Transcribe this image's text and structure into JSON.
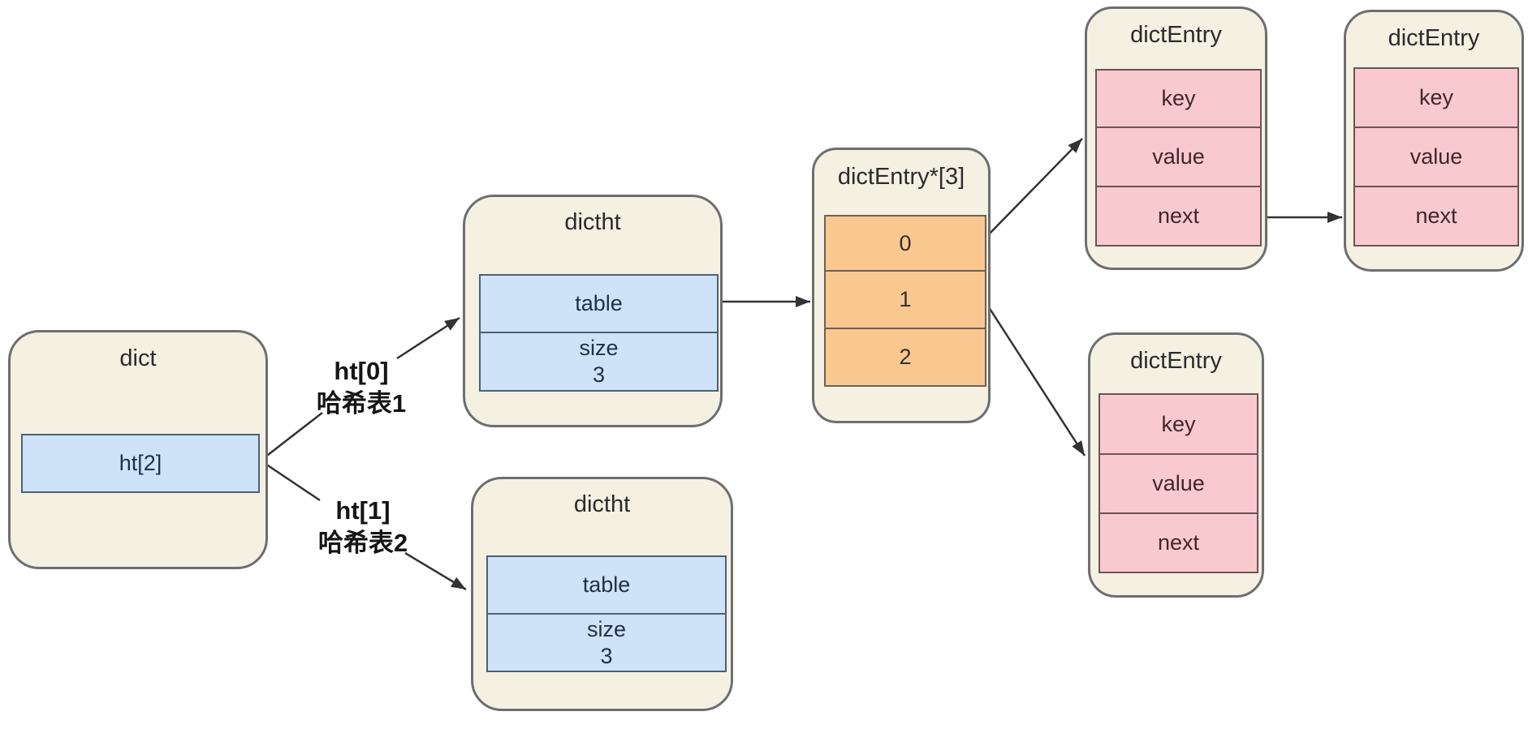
{
  "diagram": {
    "description": "Redis dict hash-table structure diagram",
    "nodes": {
      "dict": {
        "title": "dict",
        "cells": [
          {
            "text": "ht[2]"
          }
        ]
      },
      "dictht1": {
        "title": "dictht",
        "cells": [
          {
            "text": "table"
          },
          {
            "text": "size",
            "value": "3"
          }
        ]
      },
      "dictht2": {
        "title": "dictht",
        "cells": [
          {
            "text": "table"
          },
          {
            "text": "size",
            "value": "3"
          }
        ]
      },
      "entryArray": {
        "title": "dictEntry*[3]",
        "cells": [
          {
            "text": "0"
          },
          {
            "text": "1"
          },
          {
            "text": "2"
          }
        ]
      },
      "entryA": {
        "title": "dictEntry",
        "cells": [
          {
            "text": "key"
          },
          {
            "text": "value"
          },
          {
            "text": "next"
          }
        ]
      },
      "entryB": {
        "title": "dictEntry",
        "cells": [
          {
            "text": "key"
          },
          {
            "text": "value"
          },
          {
            "text": "next"
          }
        ]
      },
      "entryC": {
        "title": "dictEntry",
        "cells": [
          {
            "text": "key"
          },
          {
            "text": "value"
          },
          {
            "text": "next"
          }
        ]
      }
    },
    "labels": {
      "ht0": {
        "name": "ht[0]",
        "desc": "哈希表1"
      },
      "ht1": {
        "name": "ht[1]",
        "desc": "哈希表2"
      }
    },
    "colors": {
      "background": "#ffffff",
      "box_fill": "#f4f1e3",
      "box_border": "#6e6e6e",
      "blue_cell_fill": "#cfe3f8",
      "blue_cell_border": "#506070",
      "orange_cell_fill": "#f9c891",
      "orange_cell_border": "#6b6157",
      "pink_cell_fill": "#f9c9d0",
      "pink_cell_border": "#6d5358",
      "arrow": "#333333"
    }
  }
}
